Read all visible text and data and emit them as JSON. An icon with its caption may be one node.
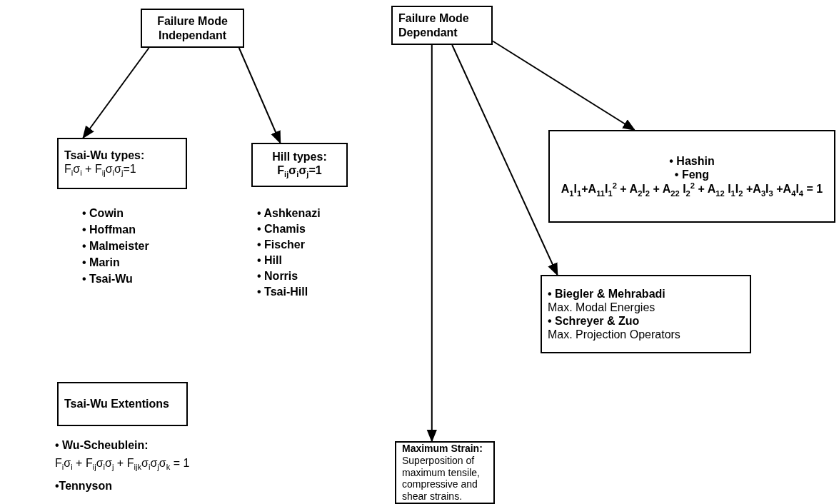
{
  "diagram": {
    "nodes": [
      {
        "text": [
          "Failure Mode Independant"
        ]
      },
      {
        "text": [
          "Failure Mode Dependant"
        ]
      },
      {
        "text": [
          "Tsai-Wu types:",
          "F$_{i}$σ$_{i}$ + F$_{ij}$σ$_{i}$σ$_{j}$=1"
        ]
      },
      {
        "text": [
          "Hill types:",
          "F$_{ij}$σ$_{i}$σ$_{j}$=1"
        ]
      },
      {
        "text": [
          "• Hashin",
          "• Feng",
          "A$_{1}$I$_{1}$+A$_{11}$I$_{1}$$^{2}$ + A$_{2}$I$_{2}$ + A$_{22}$ I$_{2}$$^{2}$ + A$_{12}$ I$_{1}$I$_{2}$ +A$_{3}$I$_{3}$ +A$_{4}$I$_{4}$ = 1"
        ]
      },
      {
        "text": [
          "• Biegler & Mehrabadi",
          "Max. Modal Energies",
          "• Schreyer & Zuo",
          "Max. Projection Operators"
        ]
      },
      {
        "text": [
          "Maximum Strain:",
          "Superposition of maximum tensile, compressive and shear strains."
        ]
      },
      {
        "text": [
          "Tsai-Wu Extentions"
        ]
      }
    ],
    "edges": [
      {
        "from": 0,
        "to": 2,
        "arrow": "to"
      },
      {
        "from": 0,
        "to": 3,
        "arrow": "to"
      },
      {
        "from": 1,
        "to": 6,
        "arrow": "to"
      },
      {
        "from": 1,
        "to": 5,
        "arrow": "to"
      },
      {
        "from": 1,
        "to": 4,
        "arrow": "to"
      }
    ],
    "labels": [
      "• Cowin",
      "• Hoffman",
      "• Malmeister",
      "• Marin",
      "• Tsai-Wu",
      "• Ashkenazi",
      "• Chamis",
      "• Fischer",
      "• Hill",
      "• Norris",
      "• Tsai-Hill",
      "• Wu-Scheublein:",
      "F$_{i}$σ$_{i}$ + F$_{ij}$σ$_{i}$σ$_{j}$ + F$_{ijk}$σ$_{i}$σ$_{j}$σ$_{k}$ = 1",
      "•Tennyson"
    ]
  }
}
